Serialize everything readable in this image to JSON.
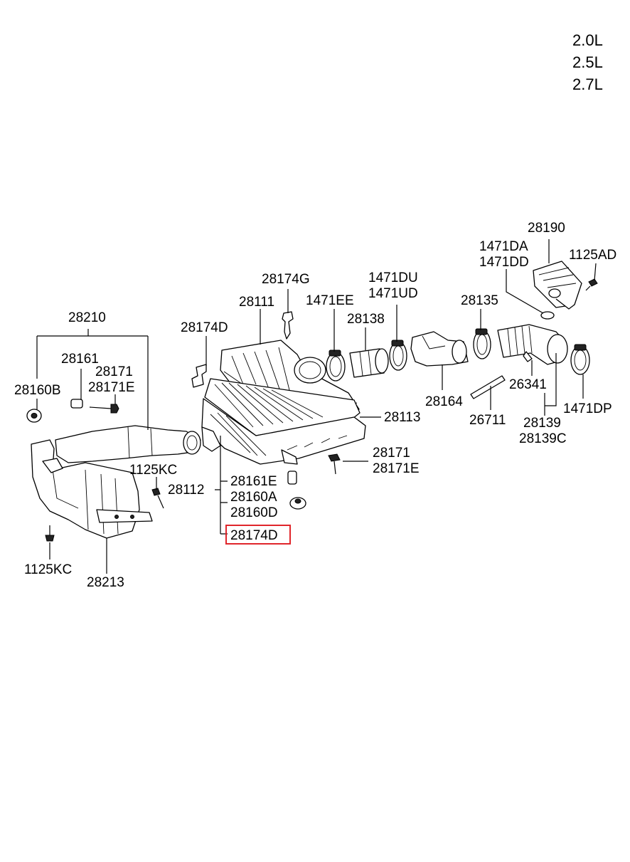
{
  "engine_variants": [
    "2.0L",
    "2.5L",
    "2.7L"
  ],
  "callouts": {
    "c28190": "28190",
    "c1471DA": "1471DA",
    "c1471DD": "1471DD",
    "c1125AD": "1125AD",
    "c28174G": "28174G",
    "c1471DU": "1471DU",
    "c1471UD": "1471UD",
    "c28111": "28111",
    "c1471EE": "1471EE",
    "c28138": "28138",
    "c28135": "28135",
    "c28210": "28210",
    "c28174D_top": "28174D",
    "c28161": "28161",
    "c28171_left": "28171",
    "c28171E_left": "28171E",
    "c28160B": "28160B",
    "c28113": "28113",
    "c28164": "28164",
    "c26341": "26341",
    "c26711": "26711",
    "c28139": "28139",
    "c28139C": "28139C",
    "c1471DP": "1471DP",
    "c28171_right": "28171",
    "c28171E_right": "28171E",
    "c1125KC_mid": "1125KC",
    "c28112": "28112",
    "c28161E": "28161E",
    "c28160A": "28160A",
    "c28160D": "28160D",
    "c28174D_hl": "28174D",
    "c1125KC_bottom": "1125KC",
    "c28213": "28213"
  },
  "highlight_color": "#e0262b"
}
